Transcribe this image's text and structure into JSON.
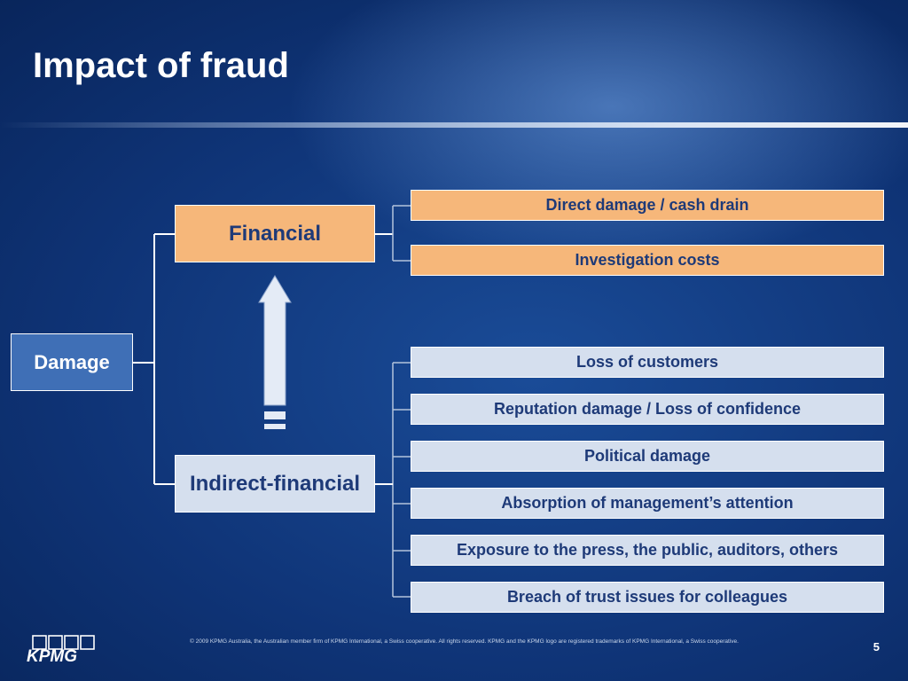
{
  "slide": {
    "title": "Impact of fraud",
    "root": "Damage",
    "branches": [
      {
        "label": "Financial",
        "items": [
          "Direct damage / cash drain",
          "Investigation costs"
        ]
      },
      {
        "label": "Indirect-financial",
        "items": [
          "Loss of customers",
          "Reputation damage / Loss of confidence",
          "Political damage",
          "Absorption of management’s attention",
          "Exposure to the press, the public, auditors, others",
          "Breach of trust issues for colleagues"
        ]
      }
    ],
    "colors": {
      "orange_box": "#f6b77a",
      "light_box": "#d5dfee",
      "root_box": "#3f6fb6",
      "box_text": "#1e3a78",
      "background": "#0f3477"
    },
    "icons": {
      "arrow": "up-arrow-icon",
      "logo": "kpmg-logo"
    }
  },
  "footer": {
    "logo_text": "KPMG",
    "copyright": "© 2009 KPMG Australia, the Australian member firm of KPMG International, a Swiss cooperative. All rights reserved. KPMG and the KPMG logo are registered trademarks of KPMG International, a Swiss cooperative.",
    "page_number": "5"
  }
}
